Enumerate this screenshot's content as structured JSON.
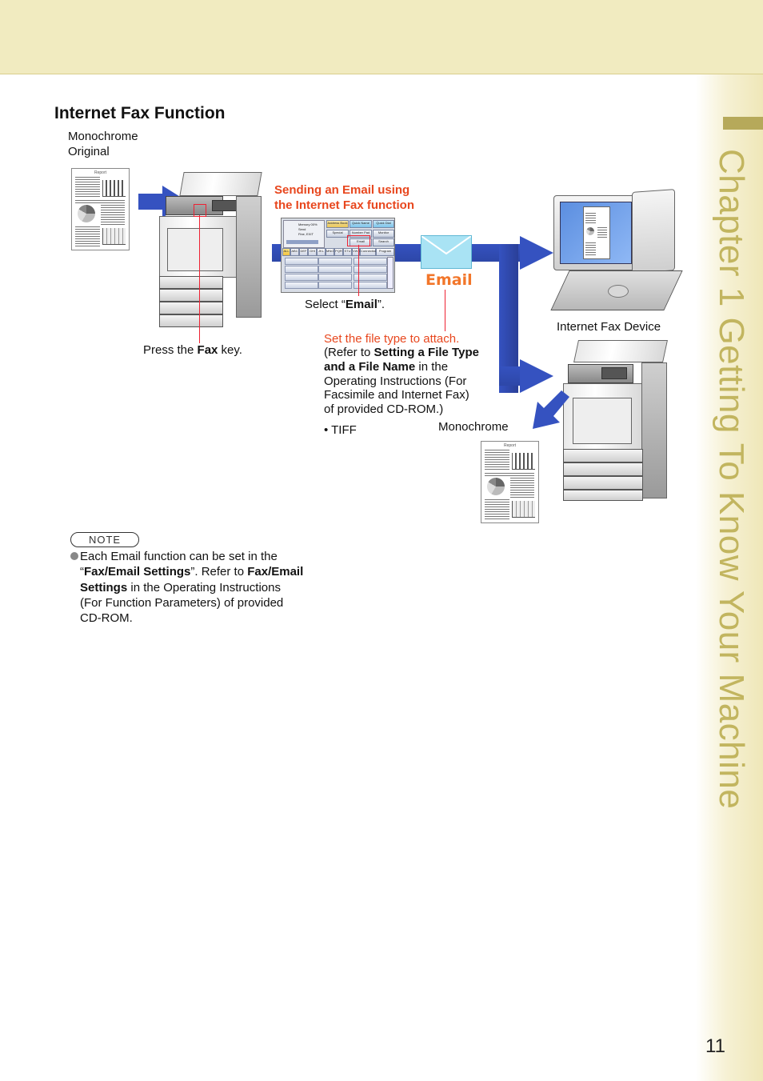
{
  "header": {
    "chapter_title": "Chapter 1   Getting To Know Your Machine",
    "page_number": "11"
  },
  "section": {
    "title": "Internet Fax Function"
  },
  "labels": {
    "monochrome_original_1": "Monochrome",
    "monochrome_original_2": "Original",
    "report_title": "Report",
    "sending_line1": "Sending an Email using",
    "sending_line2": "the Internet Fax function",
    "select_prefix": "Select “",
    "select_bold": "Email",
    "select_suffix": "”.",
    "press_prefix": "Press the ",
    "press_bold": "Fax",
    "press_suffix": " key.",
    "email_icon_word": "Email",
    "internet_fax_device": "Internet Fax Device",
    "monochrome_output": "Monochrome",
    "set_file_type": "Set the file type to attach.",
    "refer_line1_prefix": "(Refer to ",
    "refer_line1_bold": "Setting a File Type",
    "refer_line2_bold": "and a File Name",
    "refer_line2_suffix": " in the",
    "refer_line3": "Operating Instructions (For",
    "refer_line4": "Facsimile and Internet Fax)",
    "refer_line5": "of provided CD-ROM.)",
    "tiff_bullet": "•  TIFF"
  },
  "ui_panel": {
    "buttons": [
      "Address Book",
      "Quick Name",
      "Quick Dial",
      "Special",
      "Number Pad",
      "Monitor",
      "Email",
      "Search"
    ],
    "tabs": [
      "ALL",
      "ABC",
      "DEF",
      "GHI",
      "JKL",
      "MNO",
      "PQR",
      "STU",
      "VWX",
      "YZ",
      "Connection",
      "Program"
    ],
    "status_lines": [
      "Memory 00%",
      "Send",
      "Fine, EXIT"
    ]
  },
  "note": {
    "label": "NOTE",
    "line1": "Each Email function can be set in the",
    "line2_prefix": "“",
    "line2_bold": "Fax/Email Settings",
    "line2_mid": "”. Refer to ",
    "line2_bold2": "Fax/Email",
    "line3_bold": "Settings",
    "line3_suffix": " in the Operating Instructions",
    "line4": "(For Function Parameters) of provided",
    "line5": "CD-ROM."
  },
  "colors": {
    "accent_red": "#e8471e",
    "arrow_blue": "#3552c0",
    "band_beige": "#f1ebc0",
    "chapter_text": "#c2b55f"
  }
}
